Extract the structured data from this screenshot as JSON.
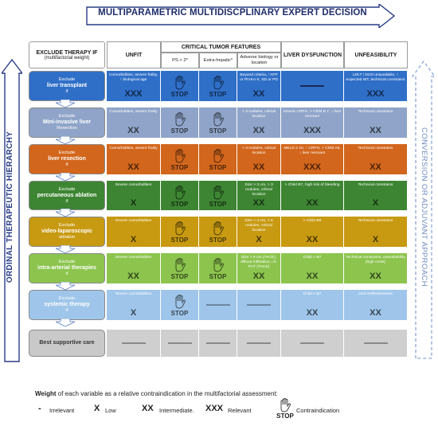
{
  "top_title": "MULTIPARAMETRIC MULTIDISCPLINARY EXPERT DECISION",
  "left_label": "ORDINAL THERAPEUTIC HIERARCHY",
  "right_label": "CONVERSION OR ADJUVANT APPROACH",
  "header": {
    "exclude_title": "EXCLUDE THERAPY IF",
    "exclude_sub": "(multifactorial weight)",
    "unfit": "UNFIT",
    "critical": "CRITICAL TUMOR FEATURES",
    "ps": "PS > 2*",
    "extra": "Extra-hepatic*",
    "adverse": "Adverse biology or location",
    "liver": "LIVER DYSFUNCTION",
    "unfeas": "UNFEASIBILITY"
  },
  "stop_label": "STOP",
  "rows": [
    {
      "l1": "Exclude",
      "l2": "liver transplant",
      "l3": "if",
      "color": "#2f6fc8",
      "cells": [
        {
          "text": "Comorbidities, severe frailty, ↑ biological age",
          "sym": "XXX"
        },
        {
          "text": "",
          "sym": "STOP"
        },
        {
          "text": "",
          "sym": "STOP"
        },
        {
          "text": "Beyond criteria, ↑AFP or PIVKA-II, SD or PD",
          "sym": "XX"
        },
        {
          "text": "",
          "sym": "DASH"
        },
        {
          "text": "LDLT / DCD unavailable, ↑ expected WT, technical constrains",
          "sym": "XXX"
        }
      ]
    },
    {
      "l1": "Exclude",
      "l2": "Mini-invasive liver",
      "l3": "Resection",
      "color": "#8fa4c8",
      "cells": [
        {
          "text": "Comorbidities, severe frailty",
          "sym": "XX"
        },
        {
          "text": "",
          "sym": "STOP"
        },
        {
          "text": "",
          "sym": "STOP"
        },
        {
          "text": "> 3 nodules, critical location",
          "sym": "XX"
        },
        {
          "text": "Severe CRPH, > Child B 7, ↓ liver remnant",
          "sym": "XXX"
        },
        {
          "text": "Technical constrains",
          "sym": "XX"
        }
      ]
    },
    {
      "l1": "Exclude",
      "l2": "liver resection",
      "l3": "if",
      "color": "#d2661c",
      "cells": [
        {
          "text": "Comorbidities, severe frailty",
          "sym": "XX"
        },
        {
          "text": "",
          "sym": "STOP"
        },
        {
          "text": "",
          "sym": "STOP"
        },
        {
          "text": "> 3 nodules, critical location",
          "sym": "XX"
        },
        {
          "text": "MELD ≥ 10, ↑ CRPH, > Child A6, ↓ liver remnant",
          "sym": "XXX"
        },
        {
          "text": "Technical constrains",
          "sym": "XX"
        }
      ]
    },
    {
      "l1": "Exclude",
      "l2": "percutaneous ablation",
      "l3": "if",
      "color": "#3d8532",
      "cells": [
        {
          "text": "Severe comorbidities",
          "sym": "X"
        },
        {
          "text": "",
          "sym": "STOP"
        },
        {
          "text": "",
          "sym": "STOP"
        },
        {
          "text": "Size > 3 cm, > 3 nodules, critical location",
          "sym": "XX"
        },
        {
          "text": "> Child B7, high risk of bleeding",
          "sym": "XX"
        },
        {
          "text": "Technical constrains",
          "sym": "X"
        }
      ]
    },
    {
      "l1": "Exclude",
      "l2": "video-laparoscopic",
      "l3": "ablation",
      "color": "#c89a12",
      "cells": [
        {
          "text": "Severe comorbidities",
          "sym": "X"
        },
        {
          "text": "",
          "sym": "STOP"
        },
        {
          "text": "",
          "sym": "STOP"
        },
        {
          "text": "Size > 4 cm, > 5 nodules, critical location",
          "sym": "X"
        },
        {
          "text": "> Child B9",
          "sym": "XX"
        },
        {
          "text": "Technical constrains",
          "sym": "X"
        }
      ]
    },
    {
      "l1": "Exclude",
      "l2": "intra-arterial therapies",
      "l3": "if",
      "color": "#8cc44e",
      "cells": [
        {
          "text": "Severe comorbidities",
          "sym": "XX"
        },
        {
          "text": "",
          "sym": "STOP"
        },
        {
          "text": "",
          "sym": "STOP"
        },
        {
          "text": "Size > 5 cm (TACE), diffuse-infiltrative, i.h. PVT (TACE)",
          "sym": "XX"
        },
        {
          "text": "Child > B7",
          "sym": "XX"
        },
        {
          "text": "Technical constrains, unavailability (high costs)",
          "sym": "XX"
        }
      ]
    },
    {
      "l1": "Exclude",
      "l2": "systemic therapy",
      "l3": "if",
      "color": "#9fc6ea",
      "cells": [
        {
          "text": "Severe comorbidities",
          "sym": "X"
        },
        {
          "text": "",
          "sym": "STOP"
        },
        {
          "text": "",
          "sym": "DASH"
        },
        {
          "text": "",
          "sym": "DASH"
        },
        {
          "text": "Child > B7",
          "sym": "XX"
        },
        {
          "text": "cost-ineffectiveness",
          "sym": "XX"
        }
      ]
    },
    {
      "l1": "",
      "l2": "Best supportive care",
      "l3": "",
      "color": "#c9c9c9",
      "cells": [
        {
          "text": "",
          "sym": "DASH"
        },
        {
          "text": "",
          "sym": "DASH"
        },
        {
          "text": "",
          "sym": "DASH"
        },
        {
          "text": "",
          "sym": "DASH"
        },
        {
          "text": "",
          "sym": "DASH"
        },
        {
          "text": "",
          "sym": "DASH"
        }
      ]
    }
  ],
  "legend": {
    "title_bold": "Weight",
    "title_rest": " of each variable as a relative contraindication in the multifactorial assessment:",
    "items": [
      {
        "sym": "-",
        "label": "Irrelevant"
      },
      {
        "sym": "X",
        "label": "Low"
      },
      {
        "sym": "XX",
        "label": "Intermediate."
      },
      {
        "sym": "XXX",
        "label": "Relevant"
      },
      {
        "sym": "STOP",
        "label": "Contraindication"
      }
    ]
  }
}
